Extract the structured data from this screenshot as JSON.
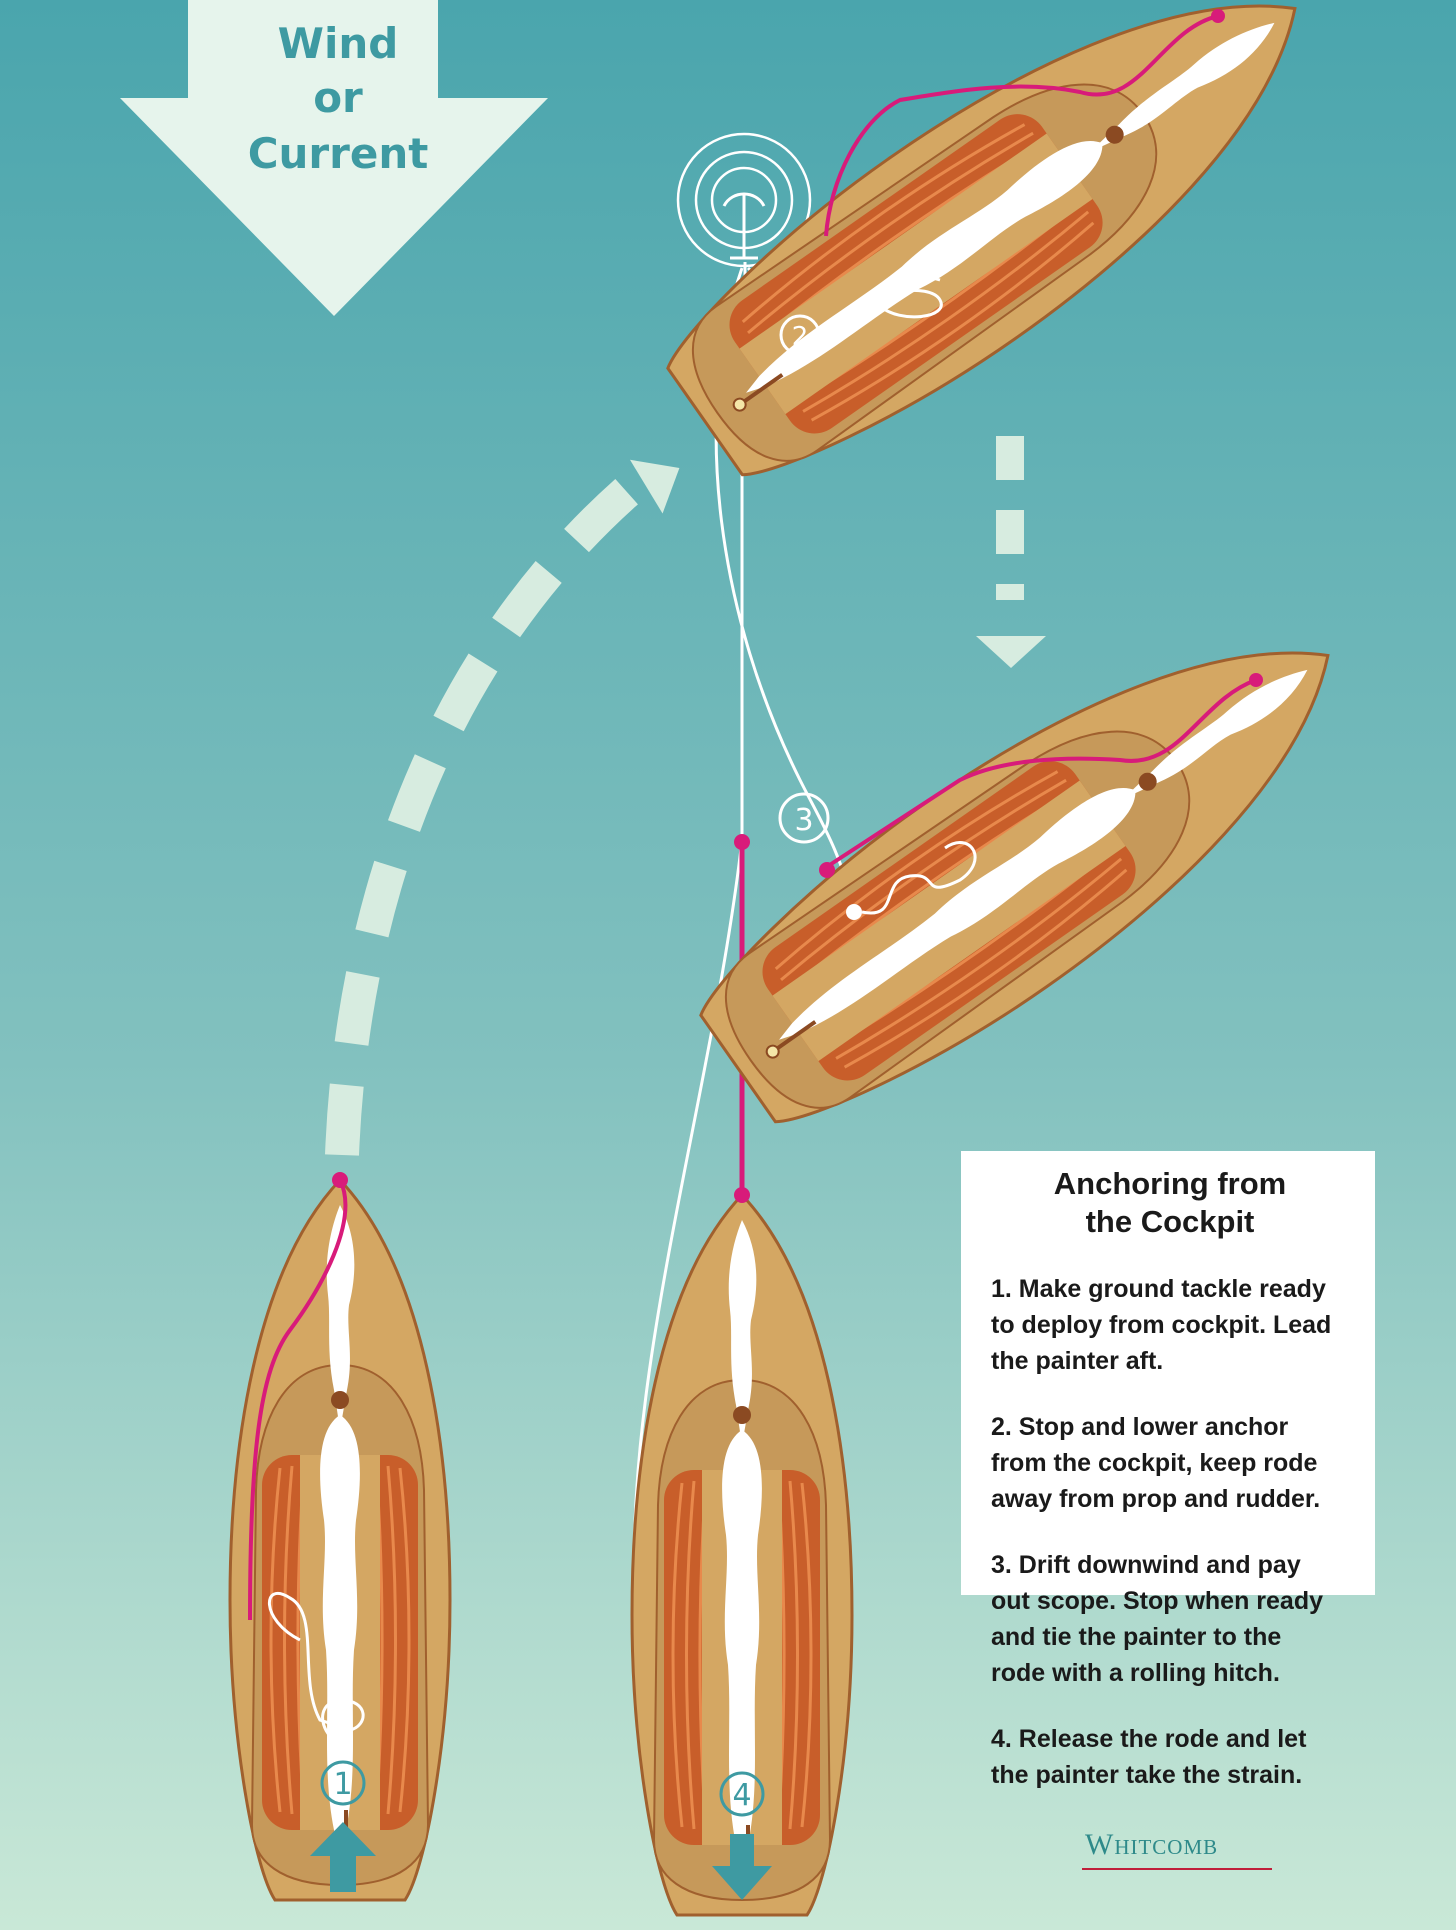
{
  "wind_label": {
    "line1": "Wind",
    "line2": "or",
    "line3": "Current"
  },
  "steps": [
    "1",
    "2",
    "3",
    "4"
  ],
  "instructions": {
    "title_line1": "Anchoring from",
    "title_line2": "the Cockpit",
    "items": [
      "1. Make ground tackle ready\nto deploy from cockpit. Lead\nthe painter aft.",
      "2. Stop and lower anchor\nfrom the cockpit, keep rode\naway from prop and rudder.",
      "3. Drift downwind and pay\nout scope.  Stop when ready\nand tie the painter to the\nrode with a rolling hitch.",
      "4. Release the rode and let\nthe painter take the strain."
    ]
  },
  "signature": "Whitcomb",
  "colors": {
    "water_top": "#4aa5ad",
    "water_bottom": "#c9e8d7",
    "hull": "#d4a763",
    "hull_edge": "#a0602e",
    "cockpit_floor": "#c85e2a",
    "painter": "#d81b7a",
    "rode": "#ffffff",
    "motion_arrow": "#d7ece0",
    "step_arrow": "#3e9aa2"
  }
}
